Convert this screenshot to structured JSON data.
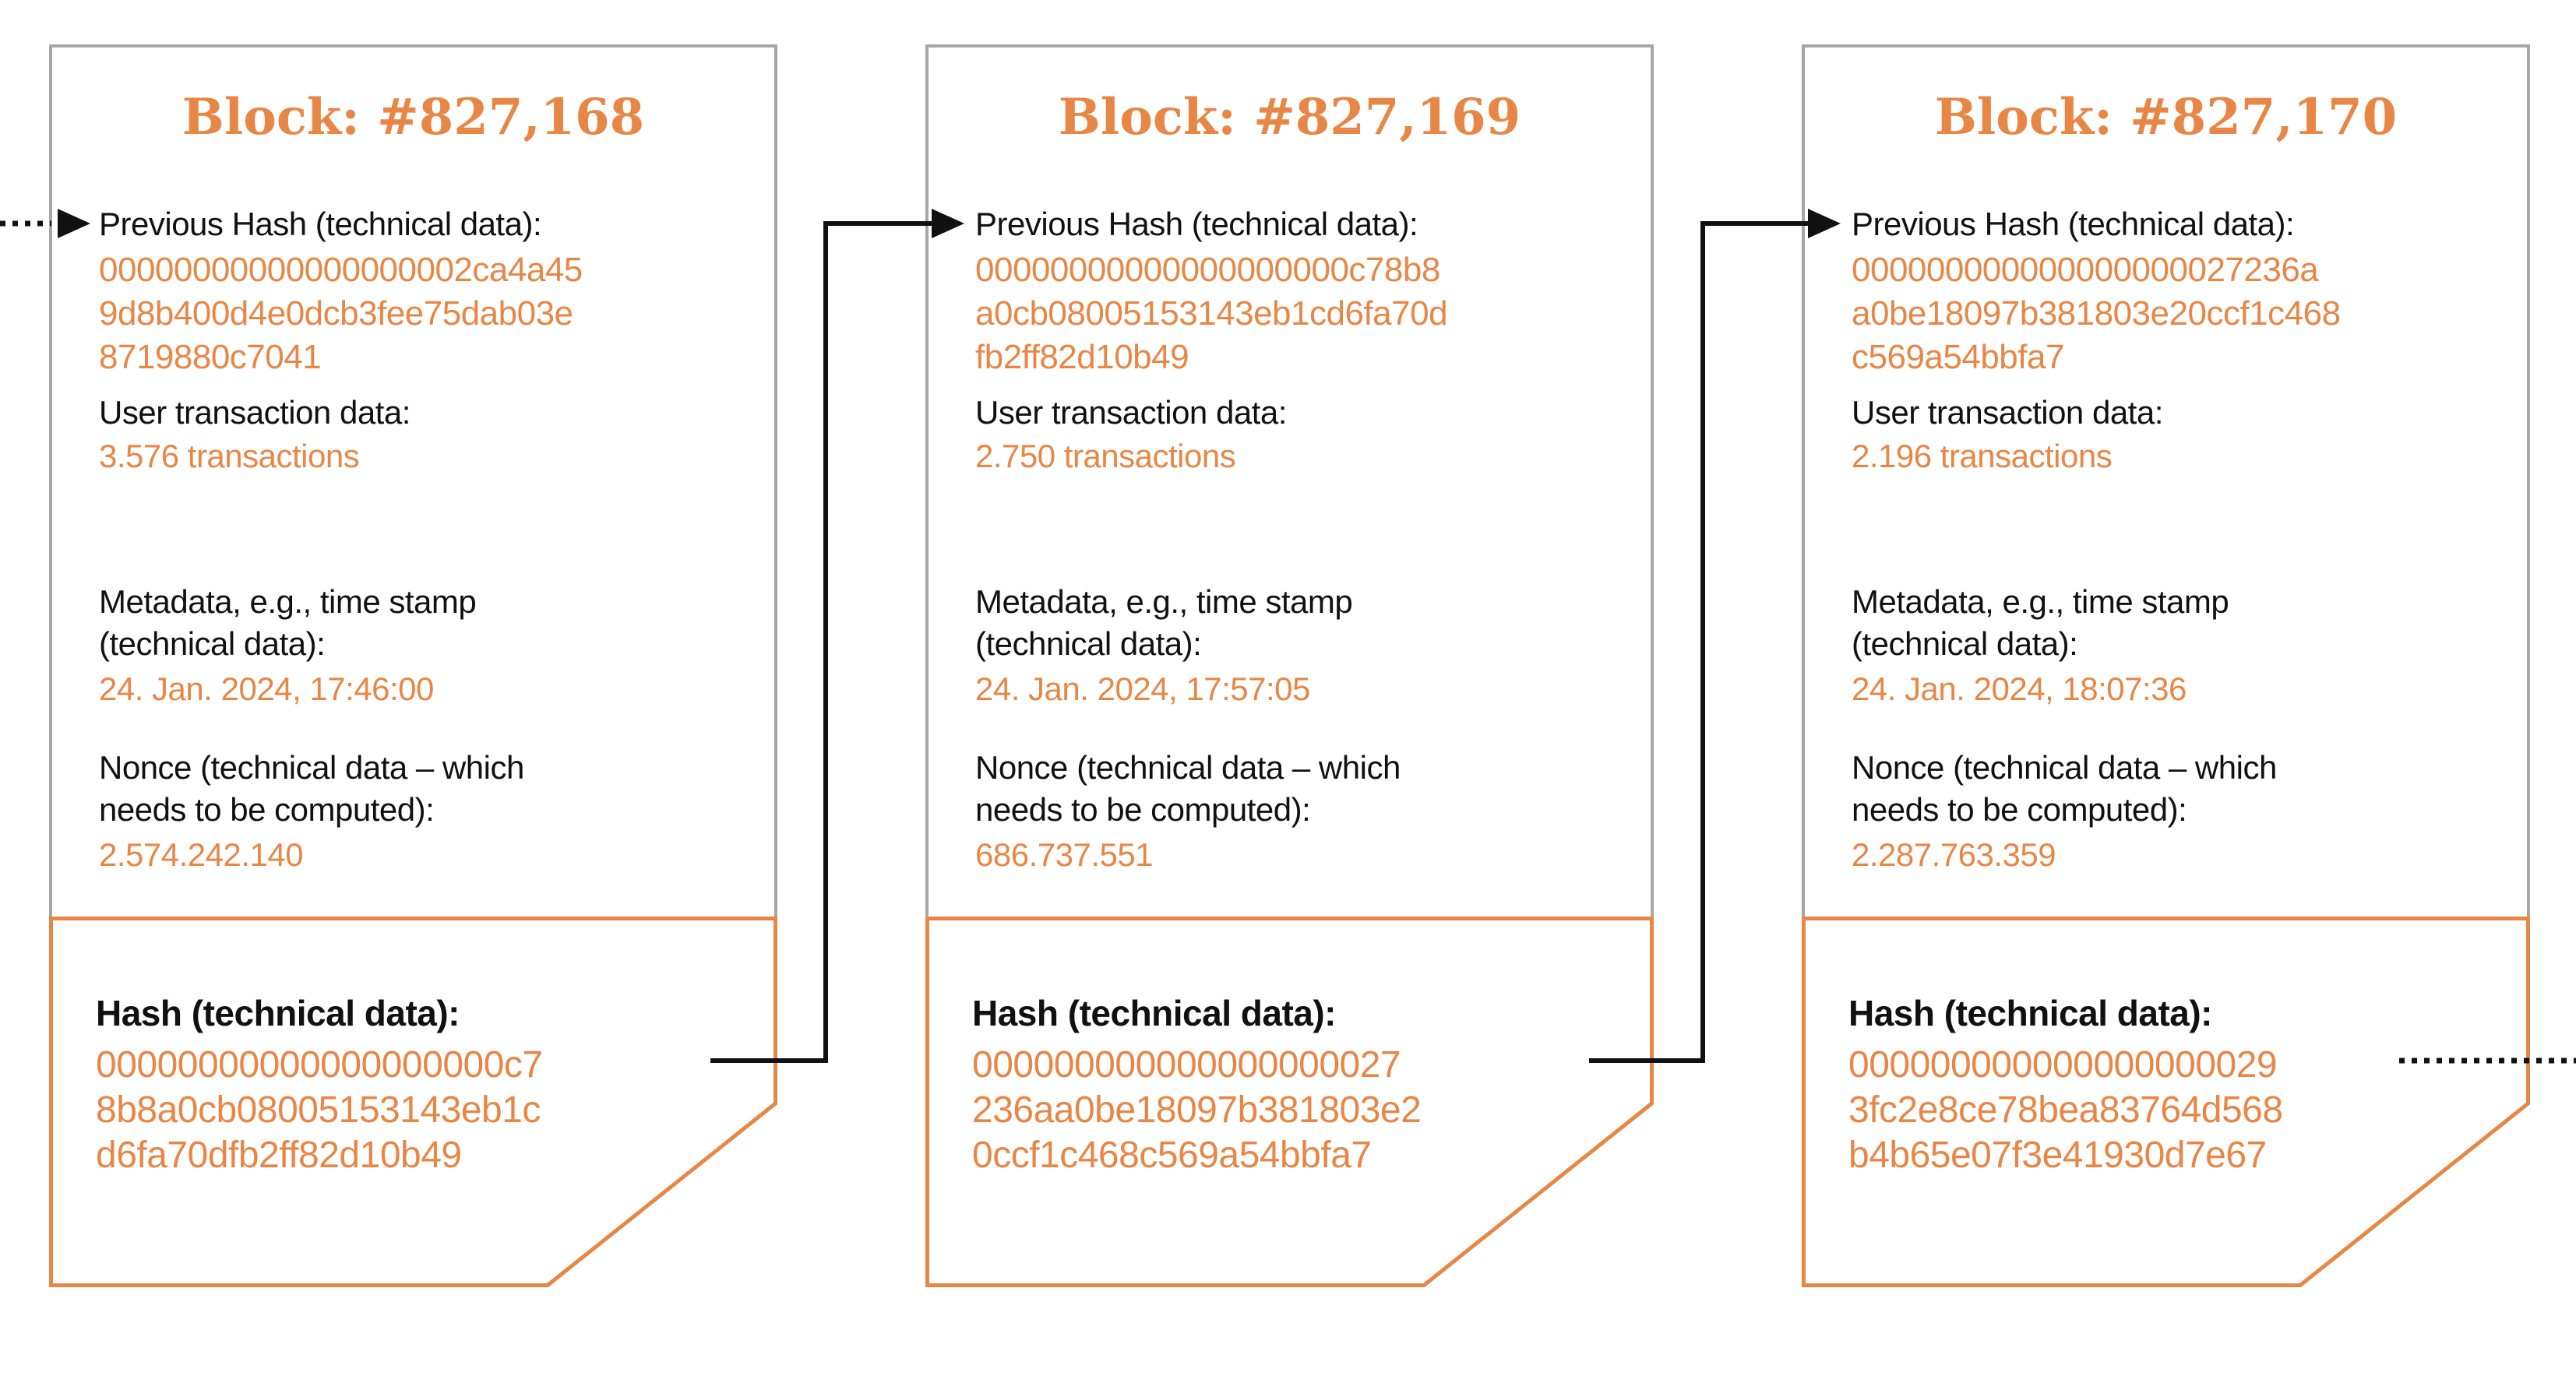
{
  "diagram_title": "Blockchain blocks diagram",
  "colors": {
    "accent_orange": "#e88646",
    "box_border_grey": "#a6a6a6",
    "connector_black": "#111111"
  },
  "labels": {
    "previous_hash": "Previous Hash (technical data):",
    "user_transactions": "User transaction data:",
    "metadata_line1": "Metadata, e.g., time stamp",
    "metadata_line2": "(technical data):",
    "nonce_line1": "Nonce (technical data – which",
    "nonce_line2": "needs to be computed):",
    "hash": "Hash (technical data):"
  },
  "icons": {
    "arrowhead": "right-pointing filled triangle",
    "dotted_line": "chain-continues dotted line"
  },
  "blocks": [
    {
      "title": "Block: #827,168",
      "previous_hash_lines": [
        "00000000000000000002ca4a45",
        "9d8b400d4e0dcb3fee75dab03e",
        "8719880c7041"
      ],
      "transactions": "3.576 transactions",
      "timestamp": "24. Jan. 2024, 17:46:00",
      "nonce": "2.574.242.140",
      "hash_lines": [
        "00000000000000000000c7",
        "8b8a0cb08005153143eb1c",
        "d6fa70dfb2ff82d10b49"
      ]
    },
    {
      "title": "Block: #827,169",
      "previous_hash_lines": [
        "00000000000000000000c78b8",
        "a0cb08005153143eb1cd6fa70d",
        "fb2ff82d10b49"
      ],
      "transactions": "2.750 transactions",
      "timestamp": "24. Jan. 2024, 17:57:05",
      "nonce": "686.737.551",
      "hash_lines": [
        "000000000000000000027",
        "236aa0be18097b381803e2",
        "0ccf1c468c569a54bbfa7"
      ]
    },
    {
      "title": "Block: #827,170",
      "previous_hash_lines": [
        "000000000000000000027236a",
        "a0be18097b381803e20ccf1c468",
        "c569a54bbfa7"
      ],
      "transactions": "2.196 transactions",
      "timestamp": "24. Jan. 2024, 18:07:36",
      "nonce": "2.287.763.359",
      "hash_lines": [
        "000000000000000000029",
        "3fc2e8ce78bea83764d568",
        "b4b65e07f3e41930d7e67"
      ]
    }
  ]
}
